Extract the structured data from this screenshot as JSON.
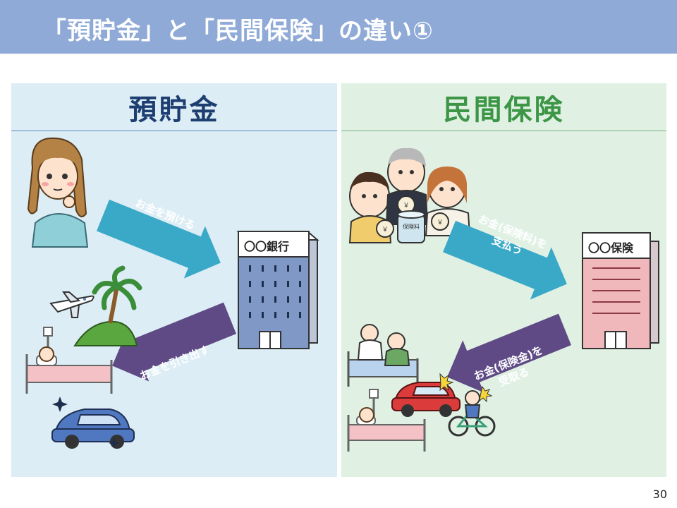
{
  "slide": {
    "title": "「預貯金」と「民間保険」の違い①",
    "page_number": "30"
  },
  "left_panel": {
    "heading": "預貯金",
    "bank_label": "〇〇銀行",
    "arrow_deposit": "お金を預ける",
    "arrow_withdraw": "お金を引き出す"
  },
  "right_panel": {
    "heading": "民間保険",
    "insurer_label": "〇〇保険",
    "arrow_pay_line1": "お金(保険料)を",
    "arrow_pay_line2": "支払う",
    "arrow_receive_line1": "お金(保険金)を",
    "arrow_receive_line2": "受取る",
    "jar_label": "保険料",
    "bag_label": "￥"
  },
  "colors": {
    "title_bar": "#8faad6",
    "left_bg": "#dcedf5",
    "right_bg": "#e0f1e4",
    "arrow_teal": "#3aa9c8",
    "arrow_purple": "#5f4a85",
    "bank_blue": "#7f98c6",
    "insurer_pink": "#f1b8bc"
  }
}
